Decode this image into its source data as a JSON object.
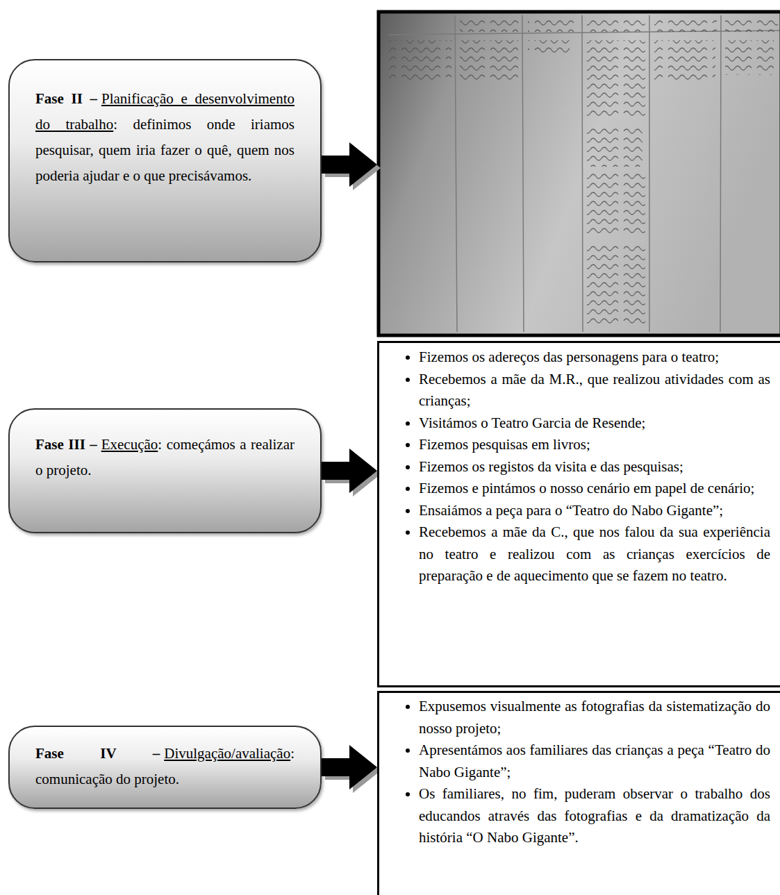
{
  "diagram": {
    "nodes": [
      {
        "text": [
          "Fase II –",
          "Planificação e desenvolvimento do trabalho",
          ": definimos onde iriamos pesquisar, quem iria fazer o quê, quem nos poderia ajudar e o que precisávamos."
        ]
      },
      {
        "text": [
          "Fase III –",
          "Execução",
          ": começámos a realizar o projeto."
        ]
      },
      {
        "text": [
          "Fizemos os adereços das personagens para o teatro;",
          "Recebemos a mãe da M.R., que realizou atividades com as crianças;",
          "Visitámos o Teatro Garcia de Resende;",
          "Fizemos pesquisas em livros;",
          "Fizemos os registos da visita e das pesquisas;",
          "Fizemos e pintámos o nosso cenário em papel de cenário;",
          "Ensaiámos a peça para o “Teatro do Nabo Gigante”;",
          "Recebemos a mãe da C., que nos falou da sua experiência no teatro e realizou com as crianças exercícios de preparação e de aquecimento que se fazem no teatro."
        ]
      },
      {
        "text": [
          "Fase IV –",
          "Divulgação/avaliação",
          ": comunicação do projeto."
        ]
      },
      {
        "text": [
          "Expusemos visualmente as fotografias da sistematização do nosso projeto;",
          "Apresentámos aos familiares das crianças a peça “Teatro do Nabo Gigante”;",
          "Os familiares, no fim, puderam observar o trabalho dos educandos através das fotografias e da dramatização da história “O Nabo Gigante”."
        ]
      }
    ],
    "edges": [
      {
        "from": 1,
        "to": 2,
        "arrow": "to"
      },
      {
        "from": 3,
        "to": 4,
        "arrow": "to"
      }
    ]
  }
}
